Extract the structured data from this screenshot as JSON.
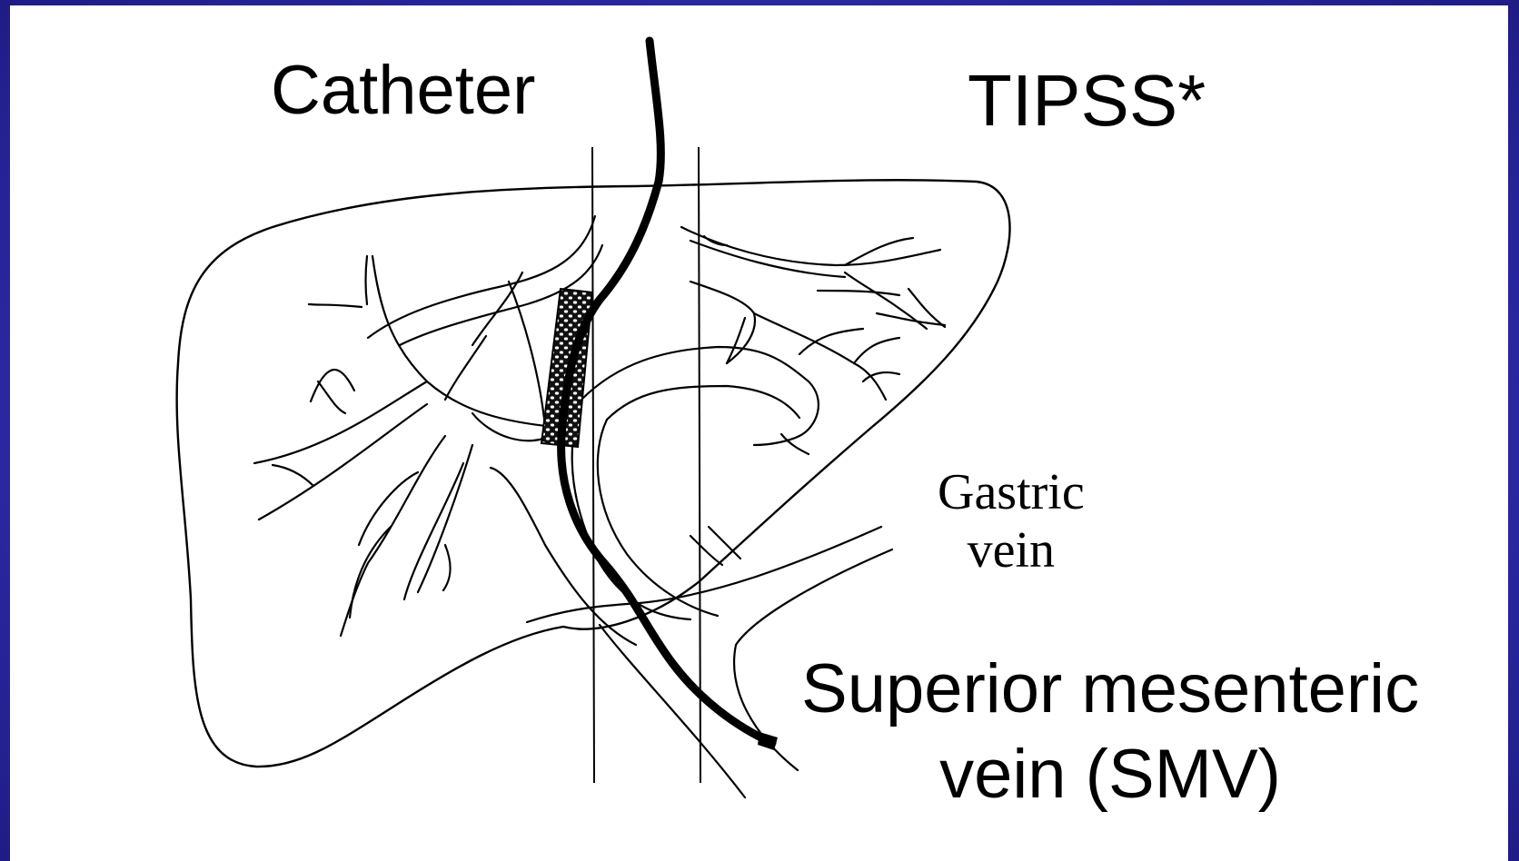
{
  "labels": {
    "catheter": "Catheter",
    "tipss": "TIPSS*",
    "gastric_line1": "Gastric",
    "gastric_line2": "vein",
    "smv_line1": "Superior mesenteric",
    "smv_line2": "vein (SMV)"
  },
  "colors": {
    "frame_background": "#2e2aa6",
    "panel_background": "#ffffff",
    "ink": "#000000"
  }
}
